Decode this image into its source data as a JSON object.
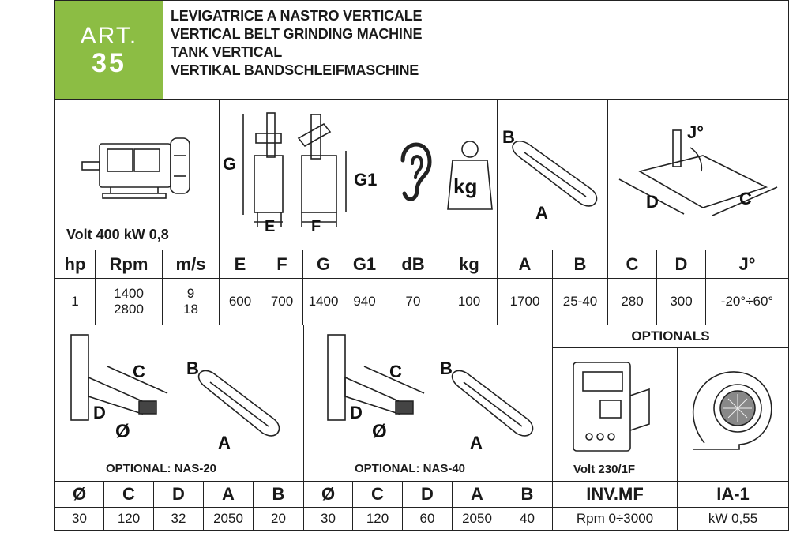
{
  "header": {
    "art_label": "ART.",
    "art_number": "35",
    "titles": [
      "LEVIGATRICE A NASTRO VERTICALE",
      "VERTICAL BELT GRINDING MACHINE",
      "TANK VERTICAL",
      "VERTIKAL BANDSCHLEIFMASCHINE"
    ],
    "accent_color": "#8cbd44"
  },
  "diagrams": {
    "motor_caption": "Volt 400 kW 0,8",
    "machine_labels": {
      "g": "G",
      "g1": "G1",
      "e": "E",
      "f": "F"
    },
    "weight_label": "kg",
    "belt_labels": {
      "a": "A",
      "b": "B"
    },
    "table_labels": {
      "j": "J°",
      "d": "D",
      "c": "C"
    }
  },
  "specs": {
    "headers": [
      "hp",
      "Rpm",
      "m/s",
      "E",
      "F",
      "G",
      "G1",
      "dB",
      "kg",
      "A",
      "B",
      "C",
      "D",
      "J°"
    ],
    "values": [
      [
        "1"
      ],
      [
        "1400",
        "2800"
      ],
      [
        "9",
        "18"
      ],
      [
        "600"
      ],
      [
        "700"
      ],
      [
        "1400"
      ],
      [
        "940"
      ],
      [
        "70"
      ],
      [
        "100"
      ],
      [
        "1700"
      ],
      [
        "25-40"
      ],
      [
        "280"
      ],
      [
        "300"
      ],
      [
        "-20°÷60°"
      ]
    ]
  },
  "optional_nas20": {
    "caption": "OPTIONAL: NAS-20",
    "labels": {
      "c": "C",
      "b": "B",
      "d": "D",
      "dia": "Ø",
      "a": "A"
    }
  },
  "optional_nas40": {
    "caption": "OPTIONAL: NAS-40",
    "labels": {
      "c": "C",
      "b": "B",
      "d": "D",
      "dia": "Ø",
      "a": "A"
    }
  },
  "optionals": {
    "title": "OPTIONALS",
    "inverter_caption": "Volt 230/1F"
  },
  "bottom_table": {
    "headers": [
      "Ø",
      "C",
      "D",
      "A",
      "B",
      "Ø",
      "C",
      "D",
      "A",
      "B",
      "INV.MF",
      "IA-1"
    ],
    "values": [
      "30",
      "120",
      "32",
      "2050",
      "20",
      "30",
      "120",
      "60",
      "2050",
      "40",
      "Rpm 0÷3000",
      "kW 0,55"
    ]
  }
}
